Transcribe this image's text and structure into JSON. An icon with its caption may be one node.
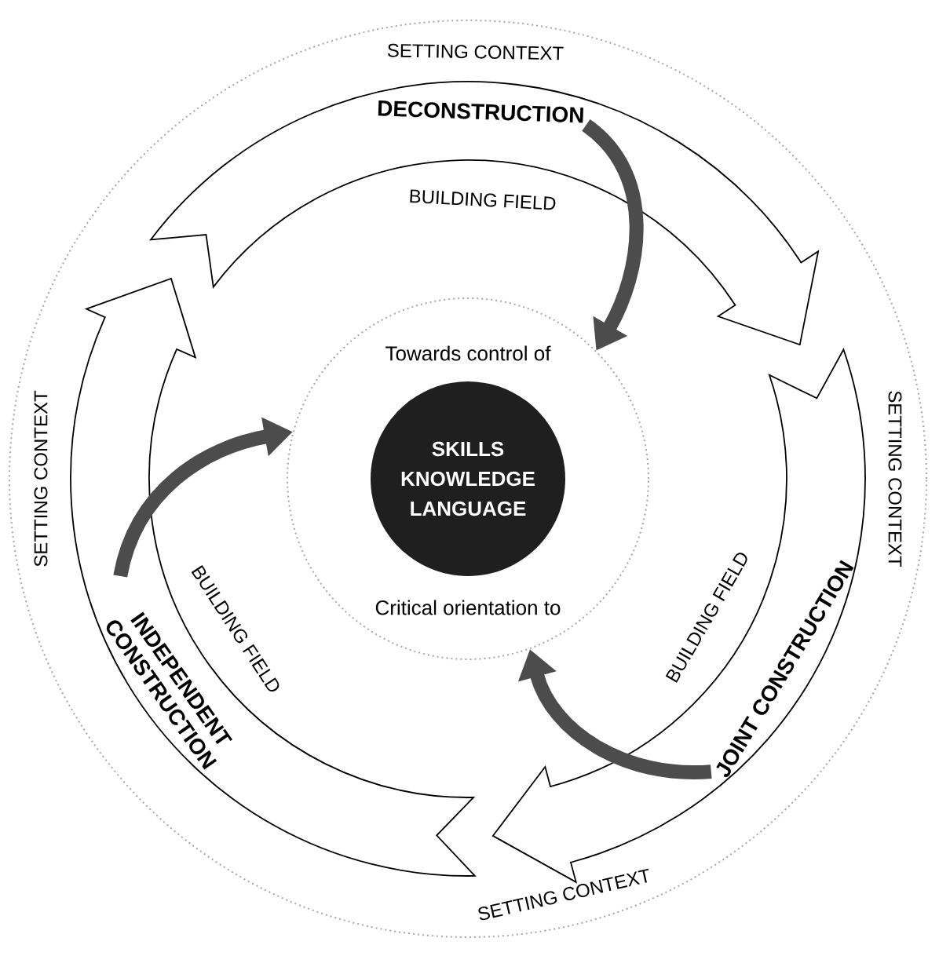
{
  "diagram": {
    "nodes": [
      {
        "text": [
          "Towards control of",
          "Critical orientation to"
        ]
      },
      {
        "text": [
          "SKILLS KNOWLEDGE LANGUAGE"
        ],
        "in": 0
      },
      {
        "text": [
          "DECONSTRUCTION"
        ]
      },
      {
        "text": [
          "JOINT CONSTRUCTION"
        ]
      },
      {
        "text": [
          "INDEPENDENT CONSTRUCTION"
        ]
      }
    ],
    "edges": [
      {
        "from": 2,
        "to": 0,
        "arrow": "to"
      },
      {
        "from": 3,
        "to": 0,
        "arrow": "to"
      },
      {
        "from": 4,
        "to": 0,
        "arrow": "to"
      }
    ],
    "labels": [
      "SETTING CONTEXT",
      "BUILDING FIELD",
      "SETTING CONTEXT",
      "SETTING CONTEXT",
      "BUILDING FIELD",
      "BUILDING FIELD",
      "SETTING CONTEXT"
    ]
  }
}
